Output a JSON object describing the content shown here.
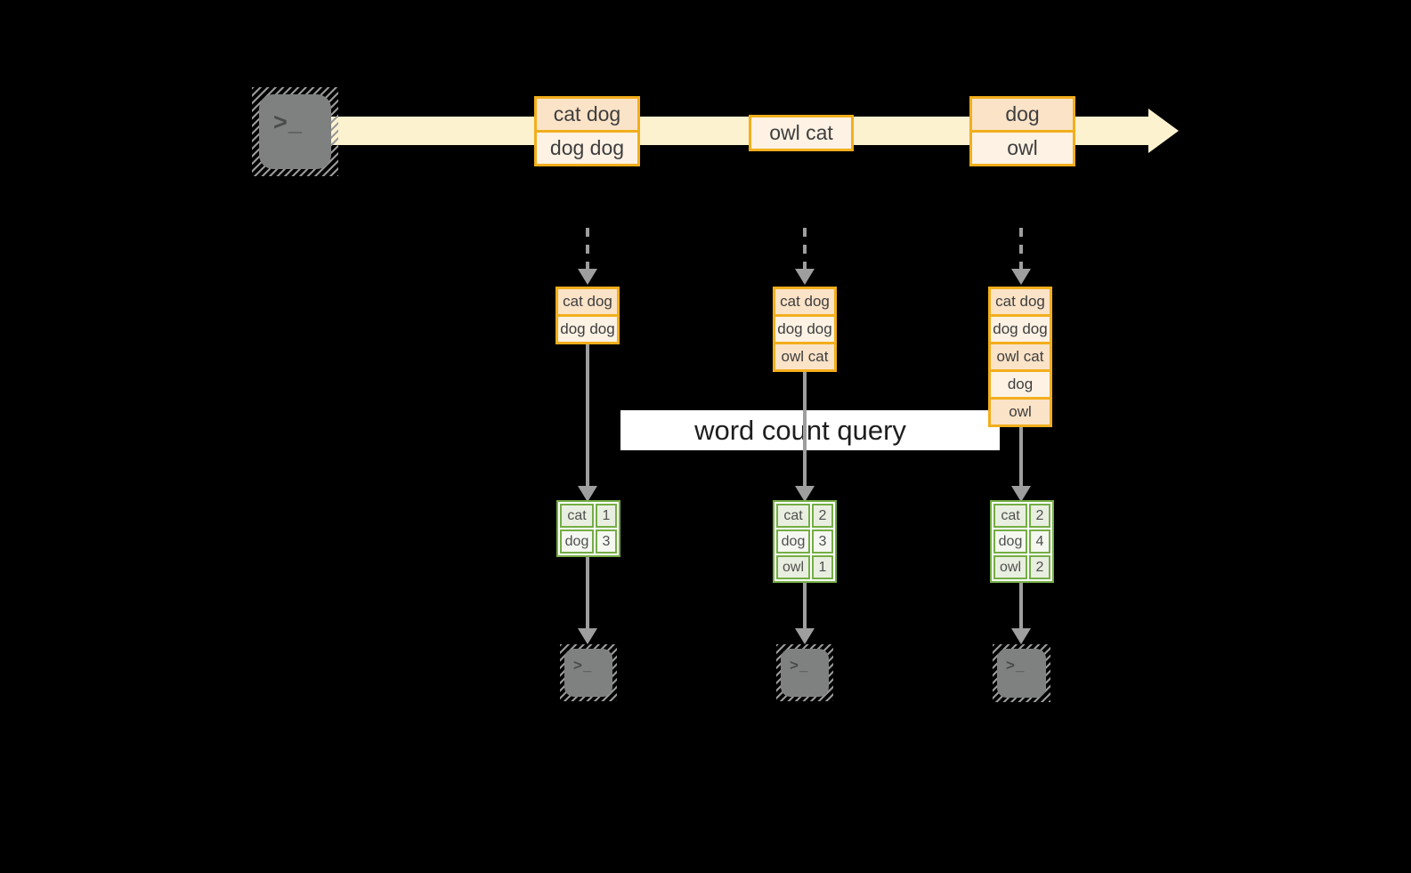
{
  "icons": {
    "terminal_prompt": ">_"
  },
  "timeline": {
    "events": [
      {
        "lines": [
          "cat dog",
          "dog dog"
        ]
      },
      {
        "lines": [
          "owl cat"
        ]
      },
      {
        "lines": [
          "dog",
          "owl"
        ]
      }
    ]
  },
  "stacks": [
    {
      "rows": [
        "cat dog",
        "dog dog"
      ]
    },
    {
      "rows": [
        "cat dog",
        "dog dog",
        "owl cat"
      ]
    },
    {
      "rows": [
        "cat dog",
        "dog dog",
        "owl cat",
        "dog",
        "owl"
      ]
    }
  ],
  "query": {
    "label": "word count query"
  },
  "tables": [
    {
      "rows": [
        {
          "word": "cat",
          "count": "1"
        },
        {
          "word": "dog",
          "count": "3"
        }
      ]
    },
    {
      "rows": [
        {
          "word": "cat",
          "count": "2"
        },
        {
          "word": "dog",
          "count": "3"
        },
        {
          "word": "owl",
          "count": "1"
        }
      ]
    },
    {
      "rows": [
        {
          "word": "cat",
          "count": "2"
        },
        {
          "word": "dog",
          "count": "4"
        },
        {
          "word": "owl",
          "count": "2"
        }
      ]
    }
  ],
  "colors": {
    "gold_border": "#f2ae1c",
    "peach_fill": "#fbe3c8",
    "cream_fill": "#fdf2e4",
    "band_yellow": "#fcf2d0",
    "arrow_gray": "#9e9e9e",
    "green_border": "#74ad44",
    "cell_green_tint": "#e9efe0",
    "cell_offwhite": "#f5f8f1",
    "terminal_gray": "#7f8080",
    "query_bg": "#ffffff",
    "background": "#000000"
  }
}
